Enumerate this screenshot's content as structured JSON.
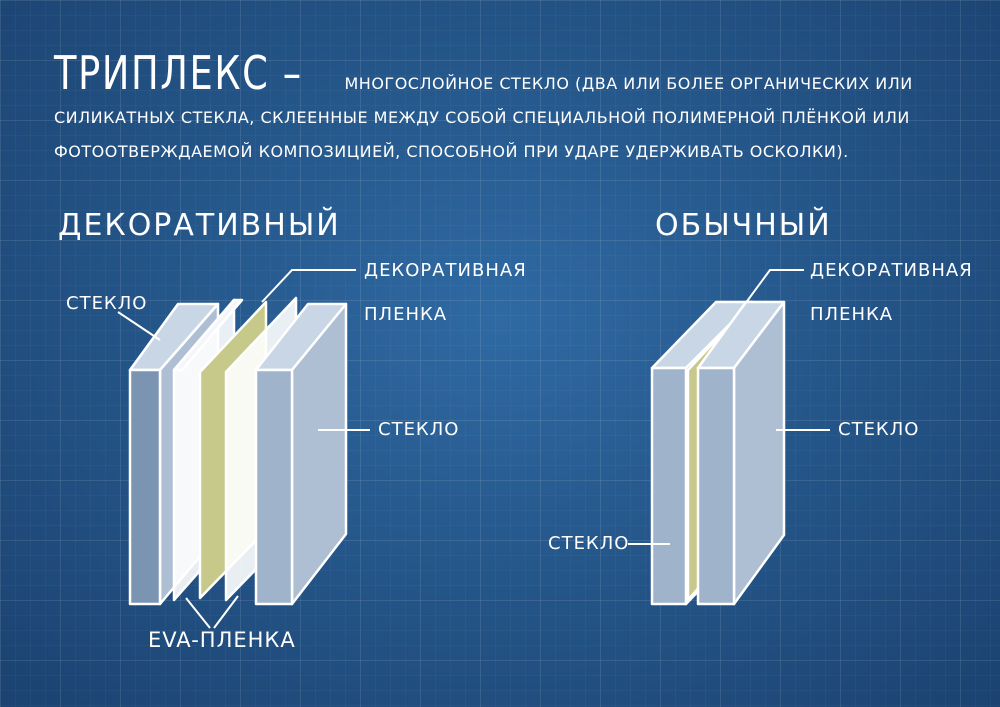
{
  "title": {
    "term": "ТРИПЛЕКС –",
    "definition": "МНОГОСЛОЙНОЕ СТЕКЛО (ДВА ИЛИ БОЛЕЕ ОРГАНИЧЕСКИХ ИЛИ СИЛИКАТНЫХ СТЕКЛА, СКЛЕЕННЫЕ МЕЖДУ СОБОЙ СПЕЦИАЛЬНОЙ ПОЛИМЕРНОЙ ПЛЁНКОЙ ИЛИ ФОТООТВЕРЖДАЕМОЙ КОМПОЗИЦИЕЙ, СПОСОБНОЙ ПРИ УДАРЕ УДЕРЖИВАТЬ ОСКОЛКИ)."
  },
  "decorative": {
    "heading": "ДЕКОРАТИВНЫЙ",
    "label_glass_left": "СТЕКЛО",
    "label_film_line1": "ДЕКОРАТИВНАЯ",
    "label_film_line2": "ПЛЕНКА",
    "label_glass_right": "СТЕКЛО",
    "label_eva": "EVA-ПЛЕНКА"
  },
  "regular": {
    "heading": "ОБЫЧНЫЙ",
    "label_film_line1": "ДЕКОРАТИВНАЯ",
    "label_film_line2": "ПЛЕНКА",
    "label_glass_right": "СТЕКЛО",
    "label_glass_left": "СТЕКЛО"
  },
  "colors": {
    "glass": "#9fb3cb",
    "film": "#c7c98a",
    "eva": "#eef1f6"
  }
}
